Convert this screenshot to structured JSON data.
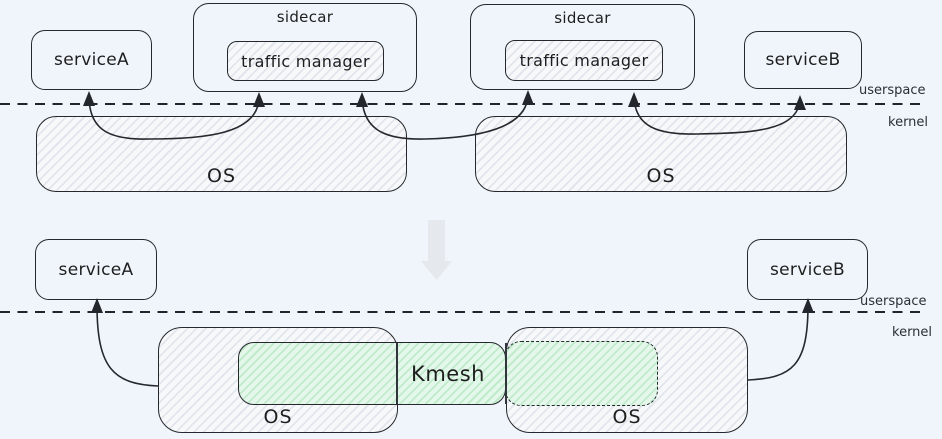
{
  "title": "Sidecar mesh vs Kmesh kernel-native architecture diagram",
  "colors": {
    "background": "#eff5fa",
    "stroke": "#25292e",
    "os_fill_hatch": "#f6f7fa",
    "kmesh_fill_hatch": "#e3f6ea",
    "kmesh_accent": "#40c057",
    "transition_arrow": "#e5e8ec"
  },
  "icons": {
    "transition": "down-arrow",
    "connectors": "up-arrowheads"
  },
  "before": {
    "service_a": "serviceA",
    "sidecar_1": "sidecar",
    "traffic_manager_1": "traffic manager",
    "sidecar_2": "sidecar",
    "traffic_manager_2": "traffic manager",
    "service_b": "serviceB",
    "userspace_label": "userspace",
    "kernel_label": "kernel",
    "os_1": "OS",
    "os_2": "OS"
  },
  "after": {
    "service_a": "serviceA",
    "service_b": "serviceB",
    "kmesh": "Kmesh",
    "os_1": "OS",
    "os_2": "OS",
    "userspace_label": "userspace",
    "kernel_label": "kernel"
  }
}
